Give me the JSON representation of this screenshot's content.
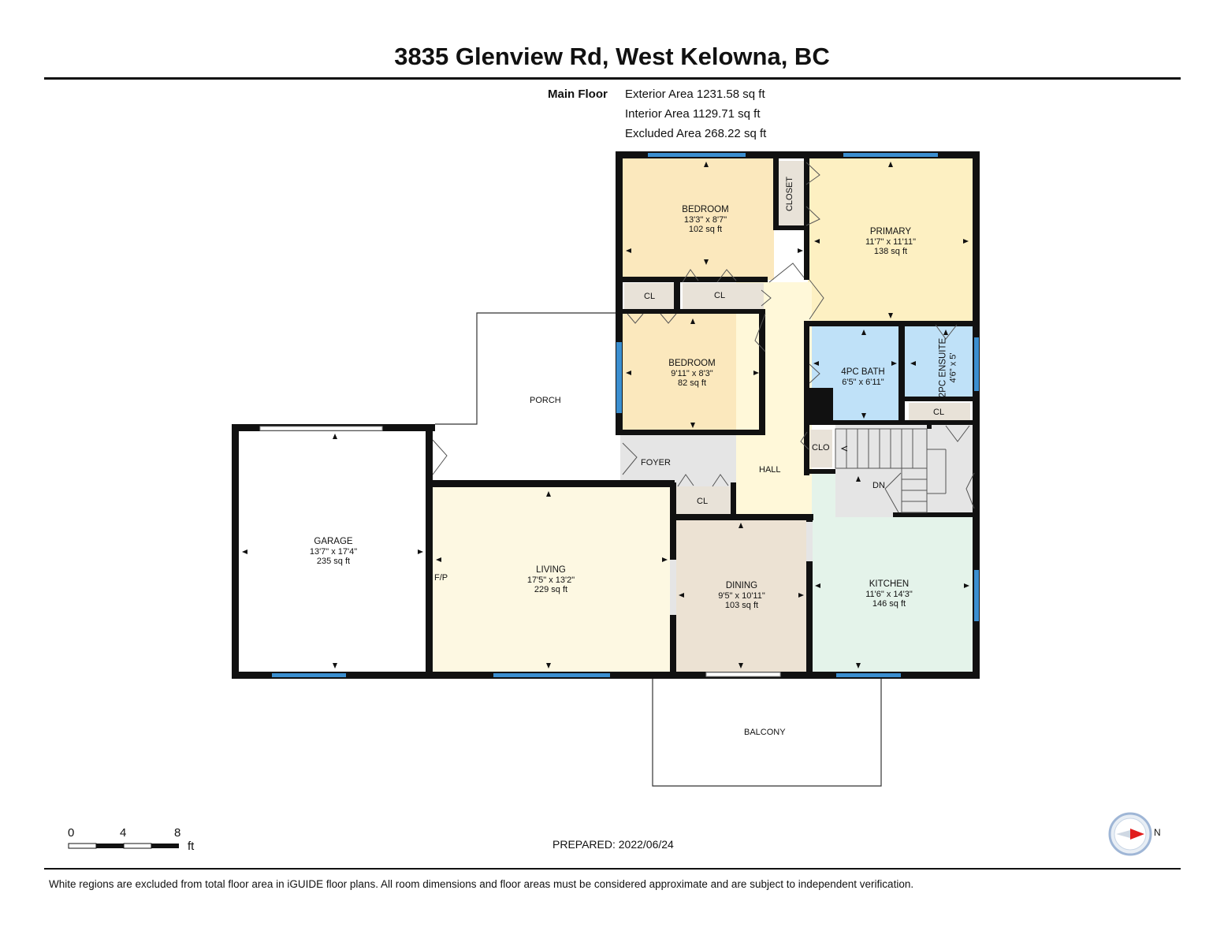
{
  "title": "3835 Glenview Rd, West Kelowna, BC",
  "floor": {
    "label": "Main Floor",
    "areas": [
      "Exterior Area 1231.58 sq ft",
      "Interior Area 1129.71 sq ft",
      "Excluded Area 268.22 sq ft"
    ]
  },
  "rooms": {
    "bedroom1": {
      "name": "BEDROOM",
      "dims": "13'3\" x 8'7\"",
      "area": "102 sq ft"
    },
    "primary": {
      "name": "PRIMARY",
      "dims": "11'7\" x 11'11\"",
      "area": "138 sq ft"
    },
    "bedroom2": {
      "name": "BEDROOM",
      "dims": "9'11\" x 8'3\"",
      "area": "82 sq ft"
    },
    "bath": {
      "name": "4PC BATH",
      "dims": "6'5\" x 6'11\""
    },
    "ensuite": {
      "name": "2PC ENSUITE",
      "dims": "4'6\" x 5'"
    },
    "garage": {
      "name": "GARAGE",
      "dims": "13'7\" x 17'4\"",
      "area": "235 sq ft"
    },
    "living": {
      "name": "LIVING",
      "dims": "17'5\" x 13'2\"",
      "area": "229 sq ft"
    },
    "dining": {
      "name": "DINING",
      "dims": "9'5\" x 10'11\"",
      "area": "103 sq ft"
    },
    "kitchen": {
      "name": "KITCHEN",
      "dims": "11'6\" x 14'3\"",
      "area": "146 sq ft"
    }
  },
  "labels": {
    "closet": "CLOSET",
    "cl": "CL",
    "clo": "CLO",
    "porch": "PORCH",
    "foyer": "FOYER",
    "hall": "HALL",
    "dn": "DN",
    "fp": "F/P",
    "balcony": "BALCONY"
  },
  "scale": {
    "ticks": [
      "0",
      "4",
      "8"
    ],
    "unit": "ft"
  },
  "compass": {
    "label": "N",
    "arrow_color": "#e11d1d"
  },
  "prepared": "PREPARED: 2022/06/24",
  "disclaimer": "White regions are excluded from total floor area in iGUIDE floor plans. All room dimensions and floor areas must be considered approximate and are subject to independent verification.",
  "colors": {
    "bedroom": "#fbe8bd",
    "primary": "#fdf0c2",
    "bath": "#bfe1f8",
    "living": "#fdf8e2",
    "dining": "#ece2d3",
    "kitchen": "#e4f3ea",
    "hall": "#fff8d9",
    "foyer": "#e5e5e5",
    "closet": "#e8e2d8",
    "window": "#3b8fd0",
    "wall": "#111111"
  }
}
